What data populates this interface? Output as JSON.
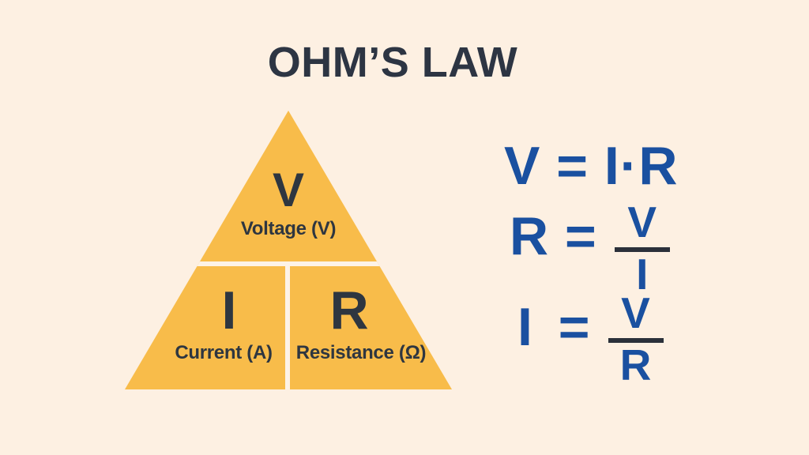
{
  "title": "OHM’S LAW",
  "colors": {
    "background": "#fdf0e2",
    "triangle_fill": "#f8bc4a",
    "dark_text": "#2e3640",
    "formula_blue": "#1a50a0",
    "fraction_bar": "#2b303a",
    "divider": "#fdf3e7"
  },
  "triangle": {
    "top": {
      "symbol": "V",
      "label": "Voltage (V)"
    },
    "bottom_left": {
      "symbol": "I",
      "label": "Current (A)"
    },
    "bottom_right": {
      "symbol": "R",
      "label": "Resistance (Ω)"
    }
  },
  "formulas": [
    {
      "type": "inline",
      "text": "V = I·R"
    },
    {
      "type": "fraction",
      "lhs": "R =",
      "numerator": "V",
      "denominator": "I"
    },
    {
      "type": "fraction",
      "lhs": "I =",
      "numerator": "V",
      "denominator": "R"
    }
  ]
}
